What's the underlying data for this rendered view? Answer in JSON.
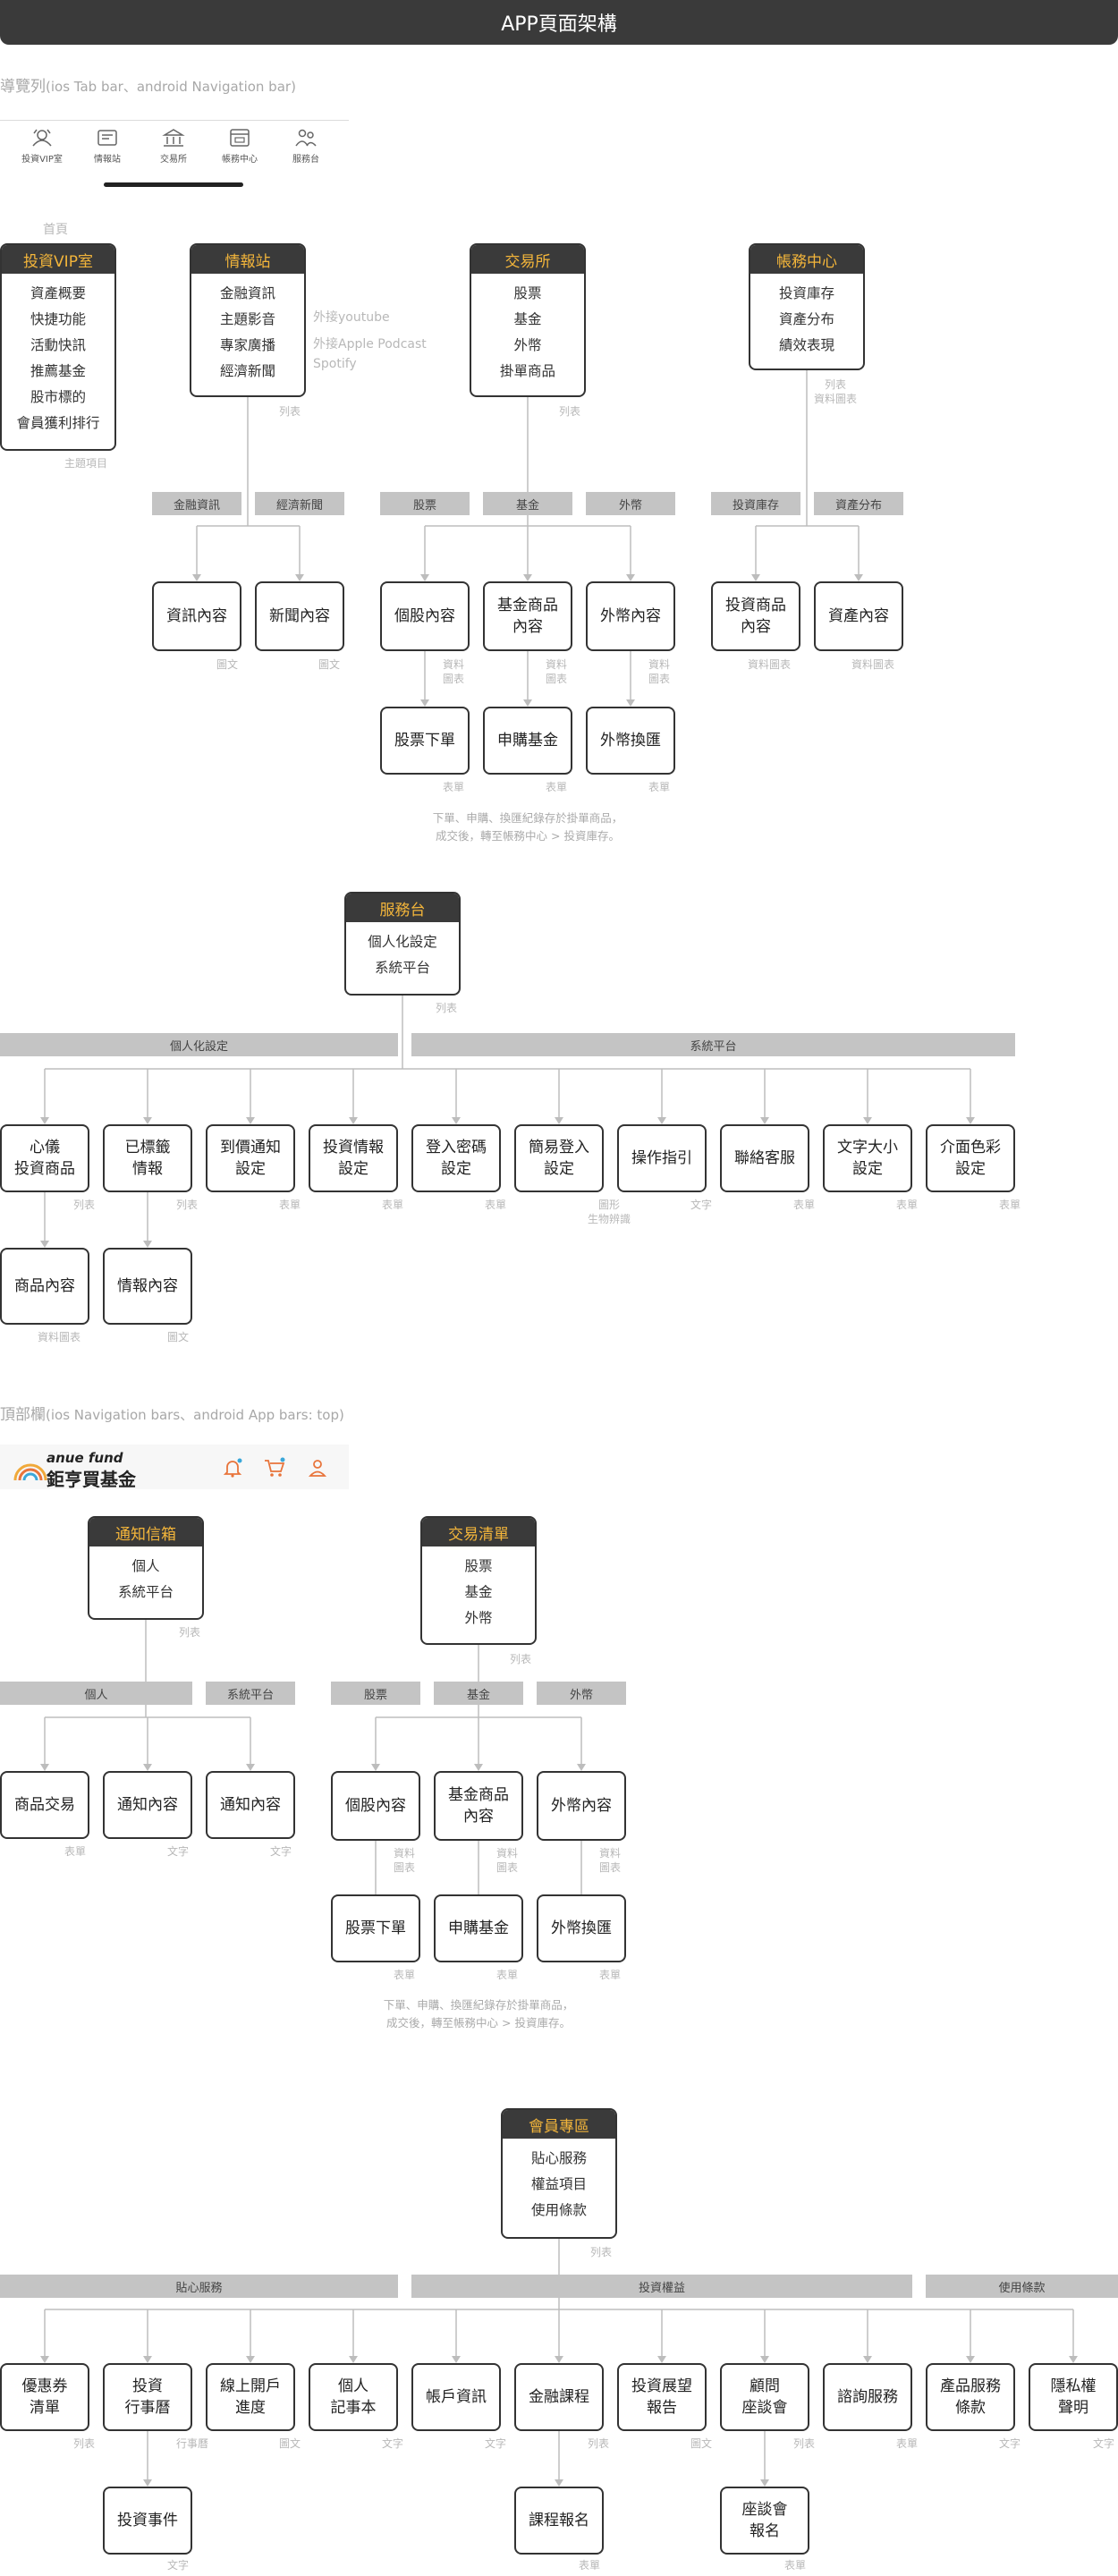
{
  "title": "APP頁面架構",
  "sections": {
    "nav": {
      "label": "導覽列",
      "sub": "(ios Tab bar、android Navigation bar)"
    },
    "top": {
      "label": "頂部欄",
      "sub": "(ios Navigation bars、android App bars: top)"
    }
  },
  "tabbar": [
    {
      "label": "投資VIP室",
      "icon": "vip-icon"
    },
    {
      "label": "情報站",
      "icon": "news-icon"
    },
    {
      "label": "交易所",
      "icon": "bank-icon"
    },
    {
      "label": "帳務中心",
      "icon": "account-icon"
    },
    {
      "label": "服務台",
      "icon": "service-icon"
    }
  ],
  "topbar": {
    "brand_small": "anue fund",
    "brand_large": "鉅亨買基金",
    "icons": [
      "bell-icon",
      "cart-icon",
      "user-icon"
    ]
  },
  "colors": {
    "accent": "#f3b53a",
    "header": "#3a3a3a",
    "band": "#c4c4c4",
    "line": "#bdbdbd",
    "note": "#b8b8b8",
    "icon_orange": "#e8743b",
    "icon_blue": "#3aa7d9"
  },
  "homepage_label": "首頁",
  "boxes": [
    {
      "id": "vip",
      "title": "投資VIP室",
      "items": [
        "資產概要",
        "快捷功能",
        "活動快訊",
        "推薦基金",
        "股市標的",
        "會員獲利排行"
      ],
      "note": "主題項目"
    },
    {
      "id": "news",
      "title": "情報站",
      "items": [
        "金融資訊",
        "主題影音",
        "專家廣播",
        "經濟新聞"
      ],
      "note": "列表"
    },
    {
      "id": "trade",
      "title": "交易所",
      "items": [
        "股票",
        "基金",
        "外幣",
        "掛單商品"
      ],
      "note": "列表"
    },
    {
      "id": "account",
      "title": "帳務中心",
      "items": [
        "投資庫存",
        "資產分布",
        "績效表現"
      ],
      "note": "列表\n資料圖表"
    },
    {
      "id": "service",
      "title": "服務台",
      "items": [
        "個人化設定",
        "系統平台"
      ],
      "note": "列表"
    },
    {
      "id": "inbox",
      "title": "通知信箱",
      "items": [
        "個人",
        "系統平台"
      ],
      "note": "列表"
    },
    {
      "id": "orders",
      "title": "交易清單",
      "items": [
        "股票",
        "基金",
        "外幣"
      ],
      "note": "列表"
    },
    {
      "id": "member",
      "title": "會員專區",
      "items": [
        "貼心服務",
        "權益項目",
        "使用條款"
      ],
      "note": "列表"
    }
  ],
  "side_notes": [
    "外接youtube",
    "外接Apple Podcast\nSpotify"
  ],
  "bands": [
    "金融資訊",
    "經濟新聞",
    "股票",
    "基金",
    "外幣",
    "投資庫存",
    "資產分布",
    "個人化設定",
    "系統平台",
    "個人",
    "系統平台",
    "股票",
    "基金",
    "外幣",
    "貼心服務",
    "投資權益",
    "使用條款"
  ],
  "leaves": [
    {
      "label": "資訊內容",
      "note": "圖文"
    },
    {
      "label": "新聞內容",
      "note": "圖文"
    },
    {
      "label": "個股內容",
      "note": "資料\n圖表"
    },
    {
      "label": "基金商品\n內容",
      "note": "資料\n圖表"
    },
    {
      "label": "外幣內容",
      "note": "資料\n圖表"
    },
    {
      "label": "股票下單",
      "note": "表單"
    },
    {
      "label": "申購基金",
      "note": "表單"
    },
    {
      "label": "外幣換匯",
      "note": "表單"
    },
    {
      "label": "投資商品\n內容",
      "note": "資料圖表"
    },
    {
      "label": "資產內容",
      "note": "資料圖表"
    },
    {
      "label": "心儀\n投資商品",
      "note": "列表"
    },
    {
      "label": "已標籤\n情報",
      "note": "列表"
    },
    {
      "label": "到價通知\n設定",
      "note": "表單"
    },
    {
      "label": "投資情報\n設定",
      "note": "表單"
    },
    {
      "label": "登入密碼\n設定",
      "note": "表單"
    },
    {
      "label": "簡易登入\n設定",
      "note": "圖形\n生物辨識"
    },
    {
      "label": "操作指引",
      "note": "文字"
    },
    {
      "label": "聯絡客服",
      "note": "表單"
    },
    {
      "label": "文字大小\n設定",
      "note": "表單"
    },
    {
      "label": "介面色彩\n設定",
      "note": "表單"
    },
    {
      "label": "商品內容",
      "note": "資料圖表"
    },
    {
      "label": "情報內容",
      "note": "圖文"
    },
    {
      "label": "商品交易",
      "note": "表單"
    },
    {
      "label": "通知內容",
      "note": "文字"
    },
    {
      "label": "通知內容",
      "note": "文字"
    },
    {
      "label": "個股內容",
      "note": "資料\n圖表"
    },
    {
      "label": "基金商品\n內容",
      "note": "資料\n圖表"
    },
    {
      "label": "外幣內容",
      "note": "資料\n圖表"
    },
    {
      "label": "股票下單",
      "note": "表單"
    },
    {
      "label": "申購基金",
      "note": "表單"
    },
    {
      "label": "外幣換匯",
      "note": "表單"
    },
    {
      "label": "優惠券\n清單",
      "note": "列表"
    },
    {
      "label": "投資\n行事曆",
      "note": "行事曆"
    },
    {
      "label": "線上開戶\n進度",
      "note": "圖文"
    },
    {
      "label": "個人\n記事本",
      "note": "文字"
    },
    {
      "label": "帳戶資訊",
      "note": "文字"
    },
    {
      "label": "金融課程",
      "note": "列表"
    },
    {
      "label": "投資展望\n報告",
      "note": "圖文"
    },
    {
      "label": "顧問\n座談會",
      "note": "列表"
    },
    {
      "label": "諮詢服務",
      "note": "表單"
    },
    {
      "label": "產品服務\n條款",
      "note": "文字"
    },
    {
      "label": "隱私權\n聲明",
      "note": "文字"
    },
    {
      "label": "投資事件",
      "note": "文字"
    },
    {
      "label": "課程報名",
      "note": "表單"
    },
    {
      "label": "座談會\n報名",
      "note": "表單"
    }
  ],
  "footnotes": [
    "下單、申購、換匯紀錄存於掛單商品，\n成交後，轉至帳務中心 > 投資庫存。",
    "下單、申購、換匯紀錄存於掛單商品，\n成交後，轉至帳務中心 > 投資庫存。"
  ]
}
